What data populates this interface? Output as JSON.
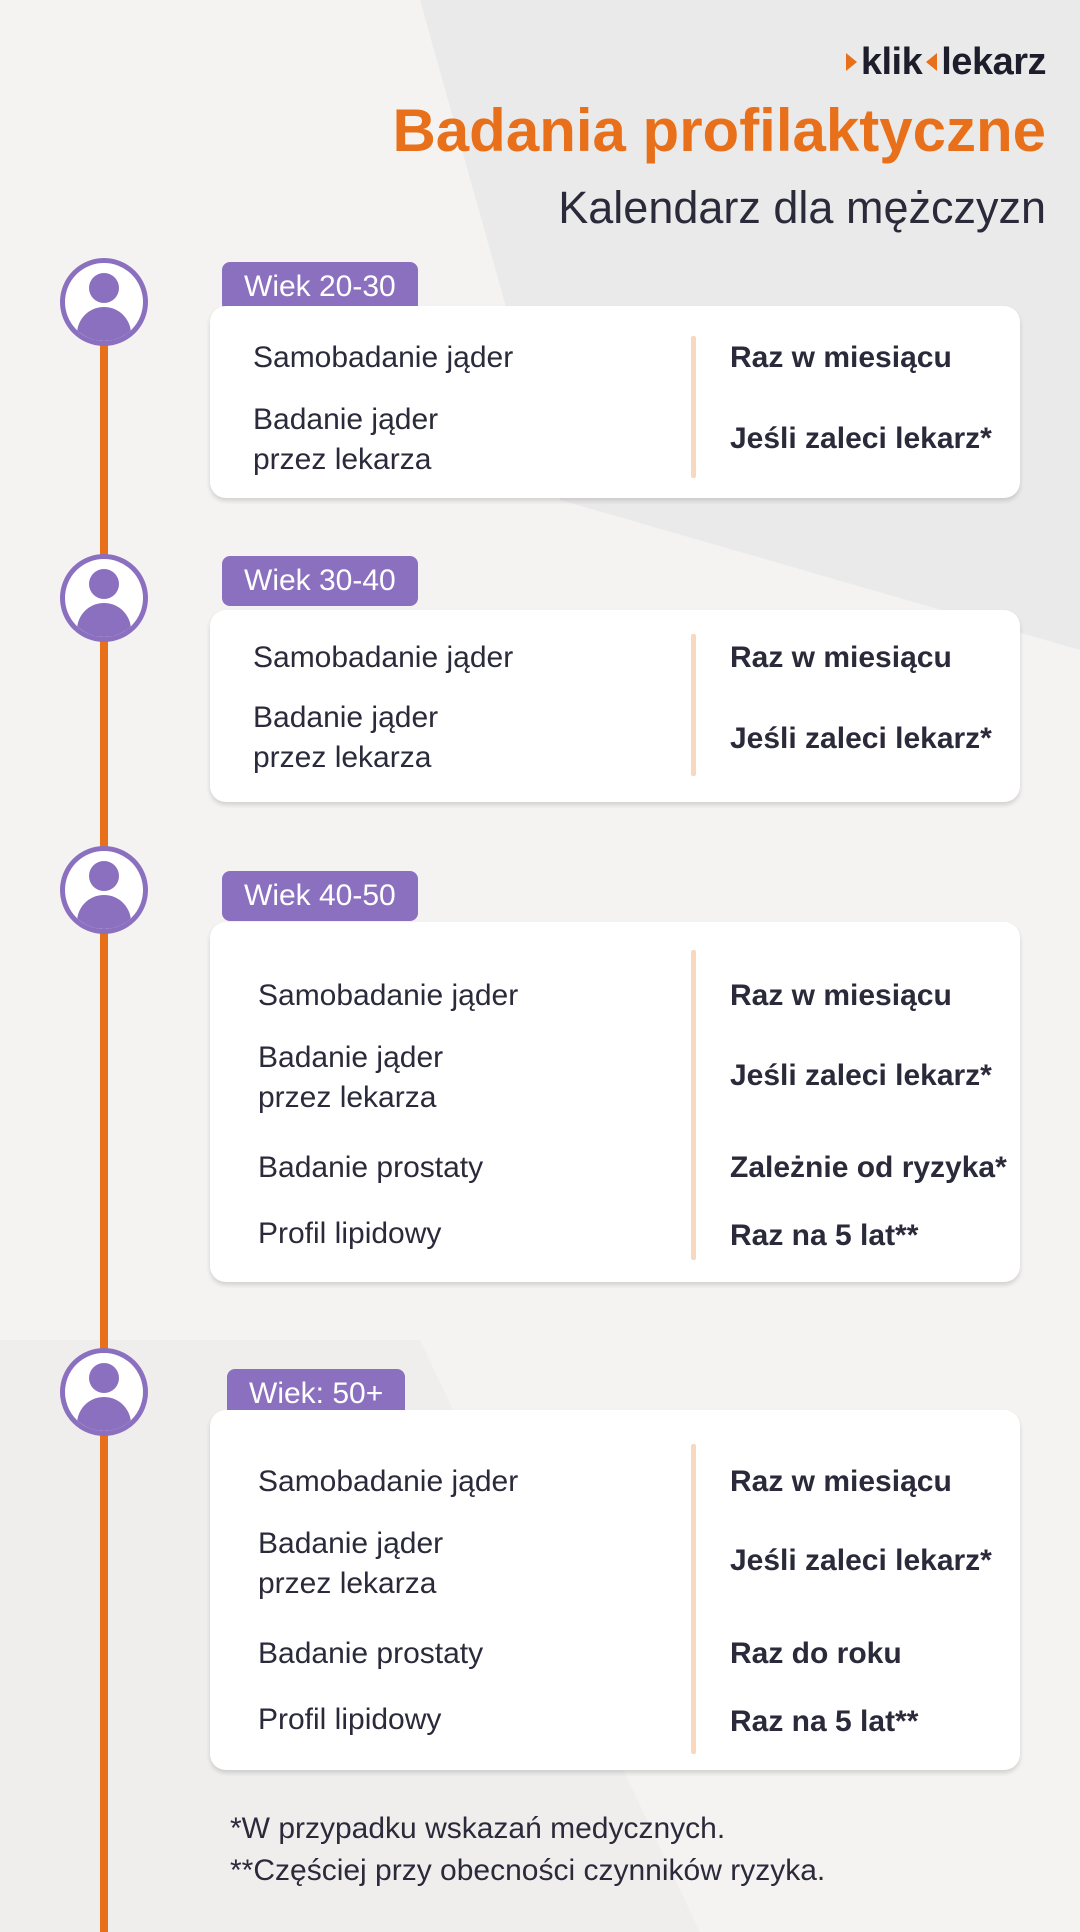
{
  "header": {
    "logo_left": "klik",
    "logo_right": "lekarz",
    "title": "Badania profilaktyczne",
    "subtitle": "Kalendarz dla mężczyzn"
  },
  "colors": {
    "accent": "#e8701a",
    "purple": "#8b70bf",
    "text": "#2b2a3a",
    "divider": "#f8d9c0"
  },
  "icons": {
    "avatar": "person-avatar-icon",
    "logo_chevrons": "chevron-icon"
  },
  "groups": [
    {
      "age": "Wiek 20-30",
      "rows": [
        {
          "test": [
            "Samobadanie jąder"
          ],
          "frequency": "Raz w miesiącu"
        },
        {
          "test": [
            "Badanie jąder",
            "przez lekarza"
          ],
          "frequency": "Jeśli zaleci lekarz*"
        }
      ]
    },
    {
      "age": "Wiek 30-40",
      "rows": [
        {
          "test": [
            "Samobadanie jąder"
          ],
          "frequency": "Raz w miesiącu"
        },
        {
          "test": [
            "Badanie jąder",
            "przez lekarza"
          ],
          "frequency": "Jeśli zaleci lekarz*"
        }
      ]
    },
    {
      "age": "Wiek 40-50",
      "rows": [
        {
          "test": [
            "Samobadanie jąder"
          ],
          "frequency": "Raz w miesiącu"
        },
        {
          "test": [
            "Badanie jąder",
            "przez lekarza"
          ],
          "frequency": "Jeśli zaleci lekarz*"
        },
        {
          "test": [
            "Badanie prostaty"
          ],
          "frequency": "Zależnie od ryzyka*"
        },
        {
          "test": [
            "Profil lipidowy"
          ],
          "frequency": "Raz na 5 lat**"
        }
      ]
    },
    {
      "age": "Wiek: 50+",
      "rows": [
        {
          "test": [
            "Samobadanie jąder"
          ],
          "frequency": "Raz w miesiącu"
        },
        {
          "test": [
            "Badanie jąder",
            "przez lekarza"
          ],
          "frequency": "Jeśli zaleci lekarz*"
        },
        {
          "test": [
            "Badanie prostaty"
          ],
          "frequency": "Raz do roku"
        },
        {
          "test": [
            "Profil lipidowy"
          ],
          "frequency": "Raz na 5 lat**"
        }
      ]
    }
  ],
  "footnotes": [
    "*W przypadku wskazań medycznych.",
    "**Częściej przy obecności czynników ryzyka."
  ]
}
